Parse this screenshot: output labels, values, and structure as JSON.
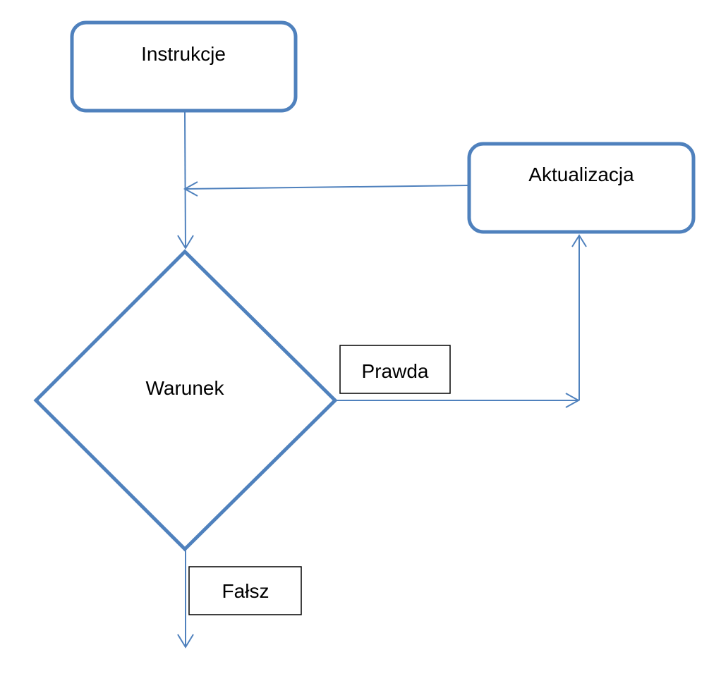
{
  "diagram": {
    "colors": {
      "node_stroke": "#4f81bd",
      "connector": "#4f81bd",
      "label_box_stroke": "#000000",
      "background": "#ffffff"
    },
    "nodes": {
      "instructions": "Instrukcje",
      "update": "Aktualizacja",
      "condition": "Warunek"
    },
    "labels": {
      "true_branch": "Prawda",
      "false_branch": "Fałsz"
    }
  }
}
